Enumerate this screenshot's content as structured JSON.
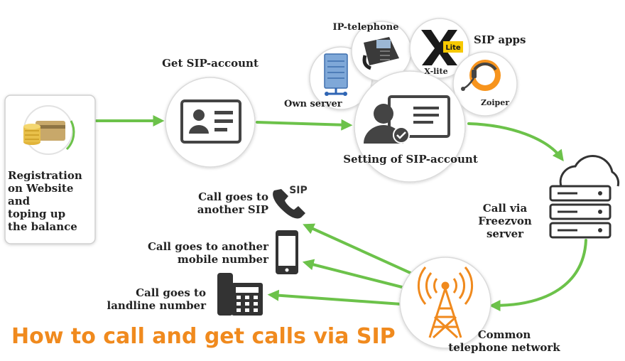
{
  "title": "How to call and get calls via SIP",
  "colors": {
    "arrow": "#6cc24a",
    "accent": "#f08a1e",
    "icon": "#444444",
    "node_border": "#d8d8d8"
  },
  "nodes": {
    "registration": {
      "label_lines": [
        "Registration",
        "on Website and",
        "toping up",
        "the balance"
      ],
      "icon": "coins-card-icon"
    },
    "get_sip": {
      "label": "Get SIP-account",
      "icon": "id-card-icon"
    },
    "setting": {
      "label": "Setting of SIP-account",
      "icon": "user-screen-icon"
    },
    "own_server": {
      "label": "Own server",
      "icon": "server-icon"
    },
    "ip_telephone": {
      "label": "IP-telephone",
      "icon": "desk-phone-icon"
    },
    "xlite": {
      "label": "X-lite",
      "logo_text": "Lite",
      "icon": "xlite-logo"
    },
    "sip_apps": {
      "label": "SIP apps"
    },
    "zoiper": {
      "label": "Zoiper",
      "icon": "zoiper-logo"
    },
    "freezvon": {
      "label_lines": [
        "Call via",
        "Freezvon server"
      ],
      "icon": "cloud-server-icon"
    },
    "network": {
      "label_lines": [
        "Common",
        "telephone network"
      ],
      "icon": "radio-tower-icon"
    },
    "sip_call": {
      "label_lines": [
        "Call goes to",
        "another SIP"
      ],
      "badge": "SIP",
      "icon": "phone-handset-icon"
    },
    "mobile_call": {
      "label_lines": [
        "Call goes to another",
        "mobile number"
      ],
      "icon": "mobile-phone-icon"
    },
    "landline_call": {
      "label_lines": [
        "Call goes to",
        "landline number"
      ],
      "icon": "landline-phone-icon"
    }
  }
}
